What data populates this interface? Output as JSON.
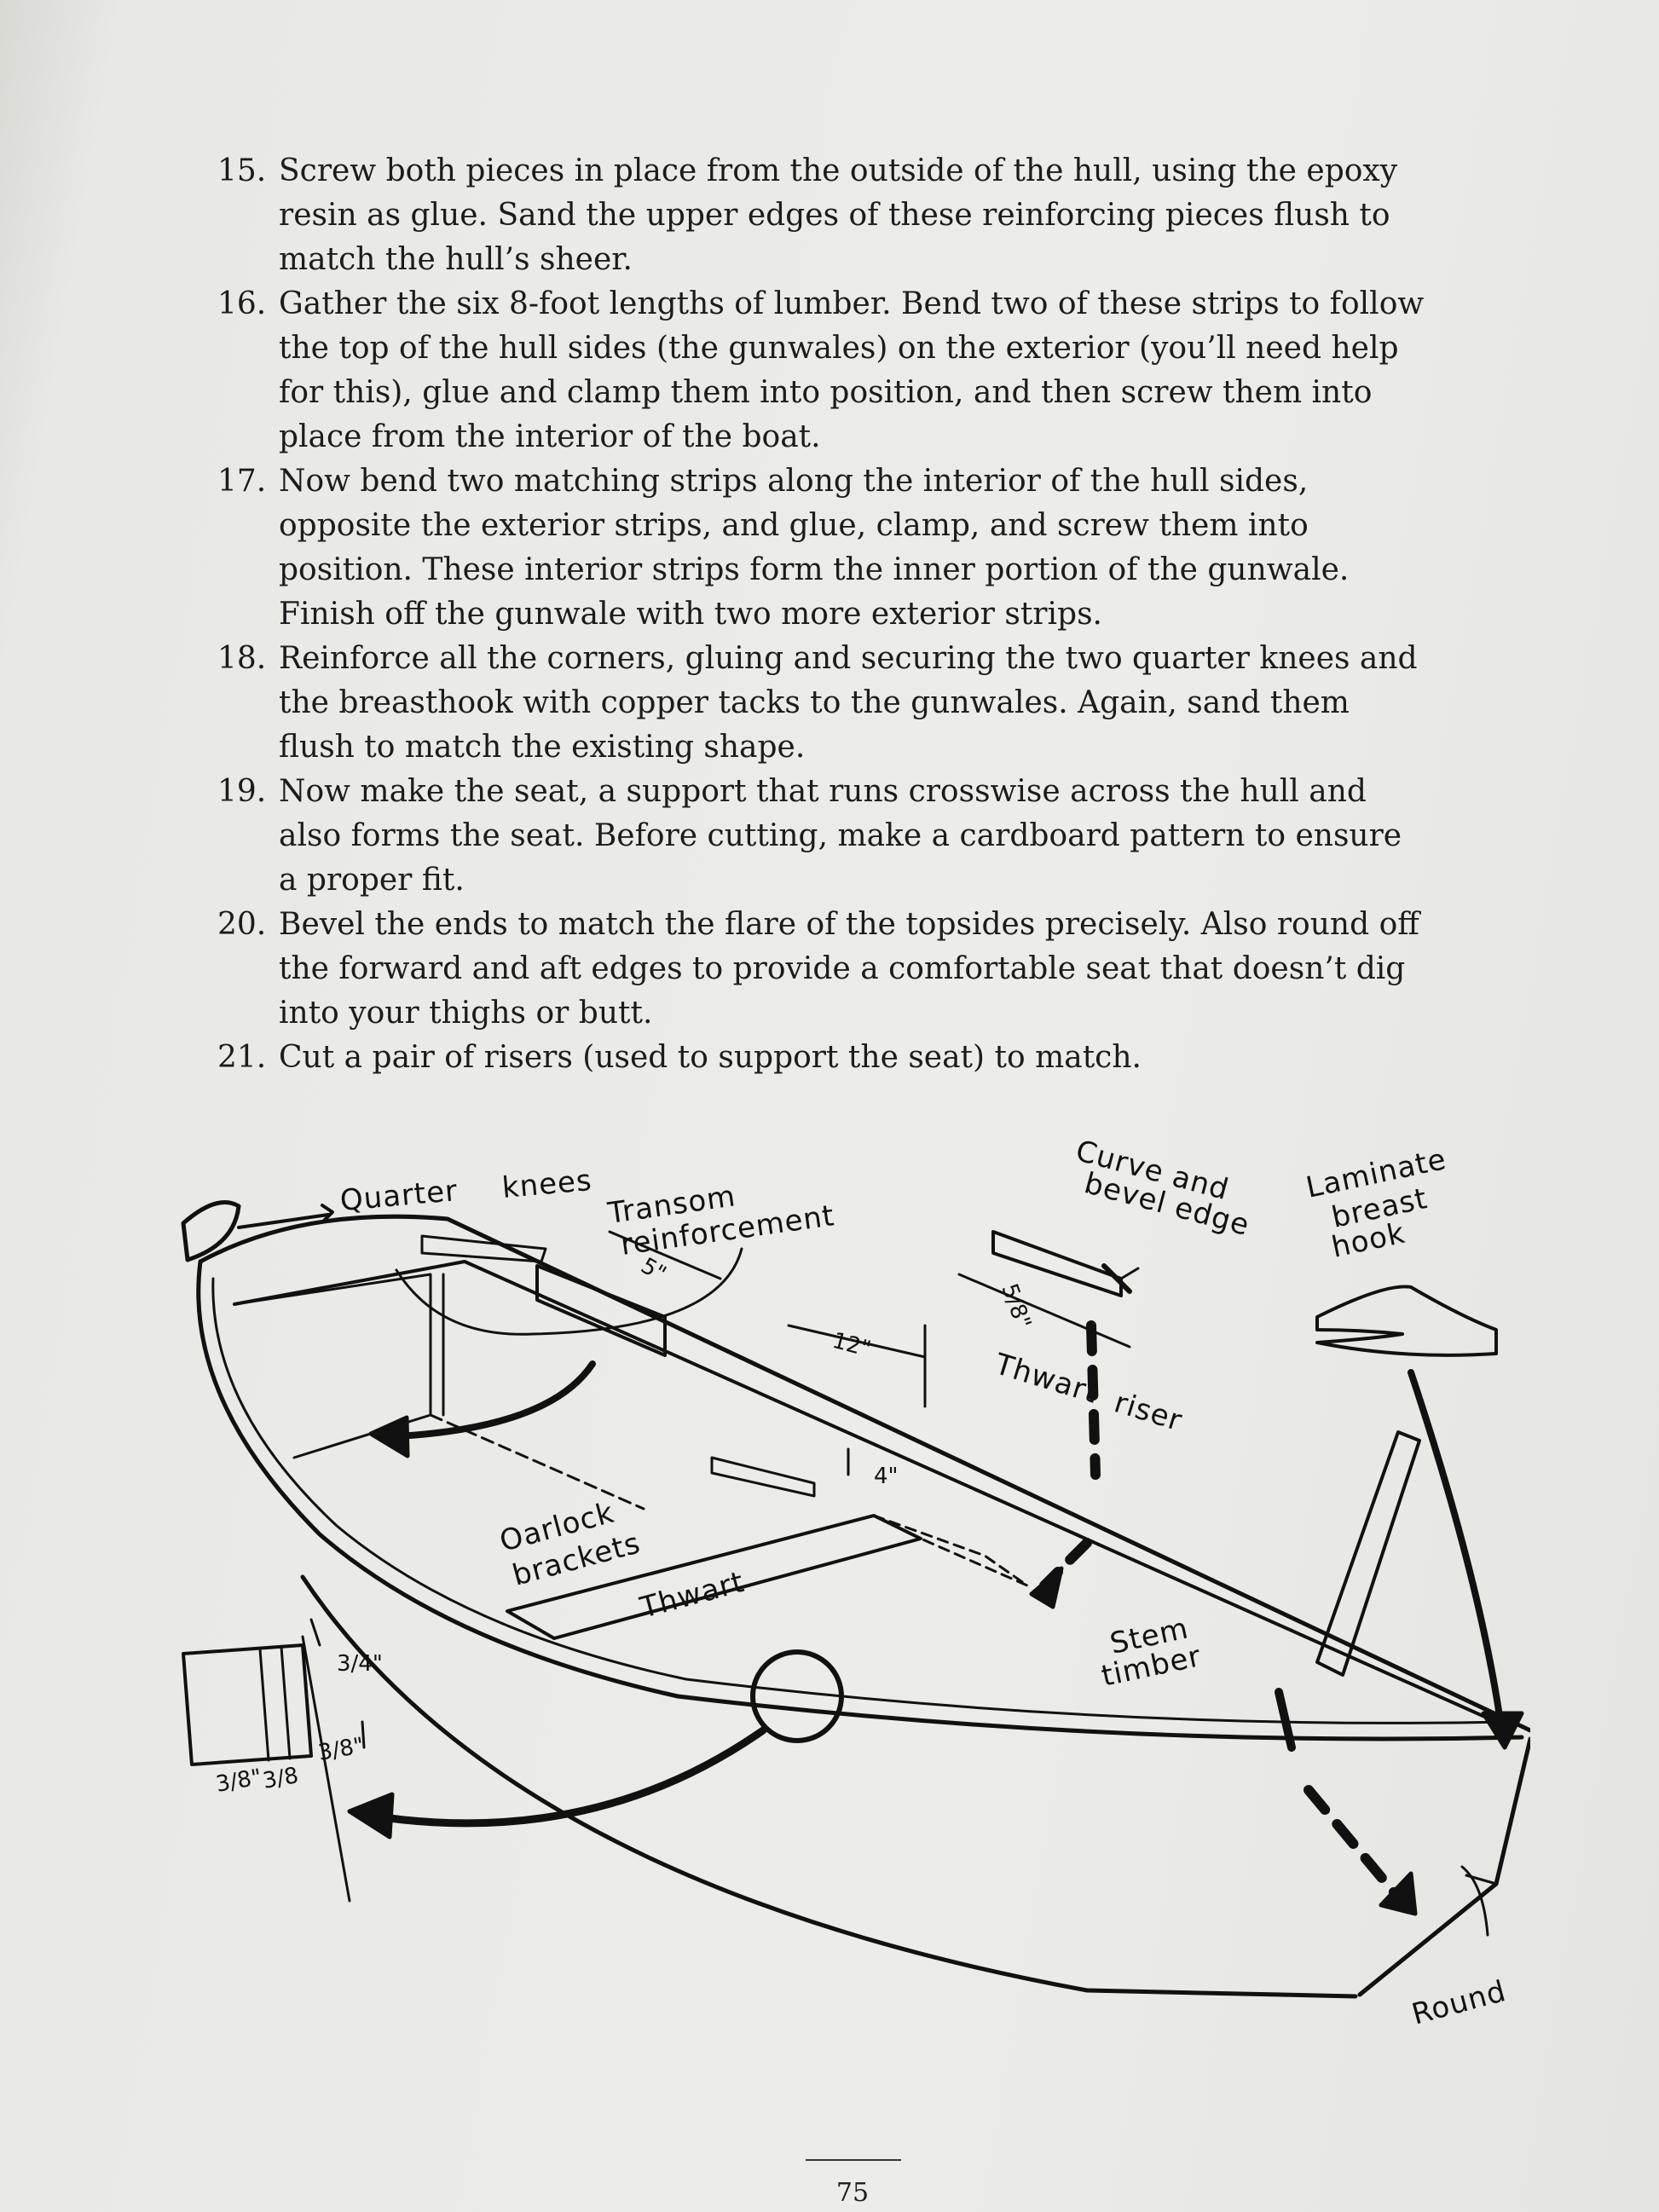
{
  "steps": [
    {
      "number": "15.",
      "text": "Screw both pieces in place from the outside of the hull, using the epoxy resin as glue. Sand the upper edges of these reinforcing pieces flush to match the hull’s sheer."
    },
    {
      "number": "16.",
      "text": "Gather the six 8-foot lengths of lumber. Bend two of these strips to follow the top of the hull sides (the gunwales) on the exterior (you’ll need help for this), glue and clamp them into position, and then screw them into place from the interior of the boat."
    },
    {
      "number": "17.",
      "text": "Now bend two matching strips along the interior of the hull sides, opposite the exterior strips, and glue, clamp, and screw them into position. These interior strips form the inner portion of the gunwale. Finish off the gunwale with two more exterior strips."
    },
    {
      "number": "18.",
      "text": "Reinforce all the corners, gluing and securing the two quarter knees and the breasthook with copper tacks to the gunwales. Again, sand them flush to match the existing shape."
    },
    {
      "number": "19.",
      "text": "Now make the seat, a support that runs crosswise across the hull and also forms the seat. Before cutting, make a cardboard pattern to ensure a proper fit."
    },
    {
      "number": "20.",
      "text": "Bevel the ends to match the flare of the topsides precisely. Also round off the forward and aft edges to provide a comfortable seat that doesn’t dig into your thighs or butt."
    },
    {
      "number": "21.",
      "text": "Cut a pair of risers (used to support the seat) to match."
    }
  ],
  "figure": {
    "labels": {
      "quarter": "Quarter",
      "knees": "knees",
      "transom_1": "Transom",
      "transom_2": "reinforcement",
      "curve_1": "Curve and",
      "curve_2": "bevel edge",
      "laminate_1": "Laminate",
      "laminate_2": "breast",
      "laminate_3": "hook",
      "thwart_riser_1": "Thwart",
      "thwart_riser_2": "riser",
      "oarlock_1": "Oarlock",
      "oarlock_2": "brackets",
      "thwart": "Thwart",
      "stem_1": "Stem",
      "stem_2": "timber",
      "round": "Round"
    },
    "dimensions": {
      "twelve": "12\"",
      "five": "5\"",
      "four": "4\"",
      "five_eighths": "5/8\"",
      "three_quarter": "3/4\"",
      "three_eighths_a": "3/8\"",
      "three_eighths_b": "3/8",
      "three_eighths_c": "3/8\""
    }
  },
  "page_number": "75"
}
